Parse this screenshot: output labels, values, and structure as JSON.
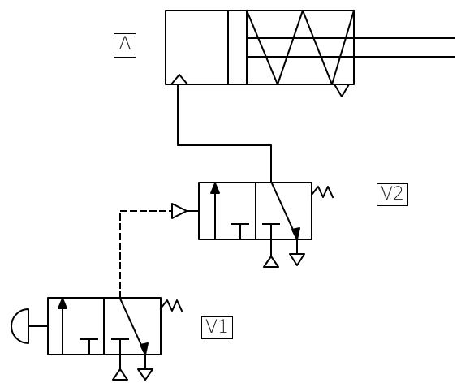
{
  "labels": {
    "cylinder": "A",
    "valve2": "V2",
    "valve1": "V1"
  },
  "colors": {
    "line": "#000000",
    "background": "#ffffff"
  }
}
